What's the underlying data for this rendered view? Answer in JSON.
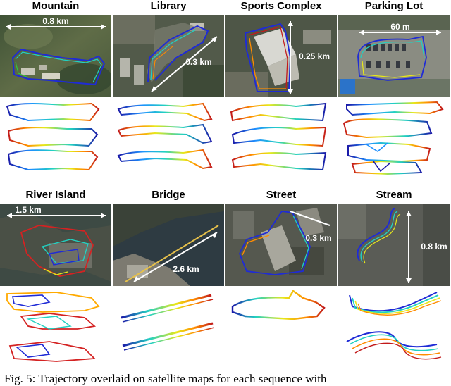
{
  "figure": {
    "panels_top": [
      {
        "title": "Mountain",
        "scale": "0.8 km"
      },
      {
        "title": "Library",
        "scale": "0.3 km"
      },
      {
        "title": "Sports Complex",
        "scale": "0.25 km"
      },
      {
        "title": "Parking Lot",
        "scale": "60 m"
      }
    ],
    "panels_bottom": [
      {
        "title": "River Island",
        "scale": "1.5 km"
      },
      {
        "title": "Bridge",
        "scale": "2.6 km"
      },
      {
        "title": "Street",
        "scale": "0.3 km"
      },
      {
        "title": "Stream",
        "scale": "0.8 km"
      }
    ],
    "caption": "Fig. 5: Trajectory overlaid on satellite maps for each sequence with"
  }
}
